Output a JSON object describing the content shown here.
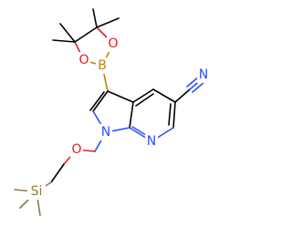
{
  "atoms": {
    "N_nitrile": {
      "label": "N",
      "color": "#3050f8"
    },
    "B": {
      "label": "B",
      "color": "#b8860b"
    },
    "O_top": {
      "label": "O",
      "color": "#e02020"
    },
    "O_left": {
      "label": "O",
      "color": "#e02020"
    },
    "N_pyrrole": {
      "label": "N",
      "color": "#3050f8"
    },
    "N_pyridine": {
      "label": "N",
      "color": "#3050f8"
    },
    "O_ether": {
      "label": "O",
      "color": "#e02020"
    },
    "Si": {
      "label": "Si",
      "color": "#8a7a4a"
    }
  }
}
